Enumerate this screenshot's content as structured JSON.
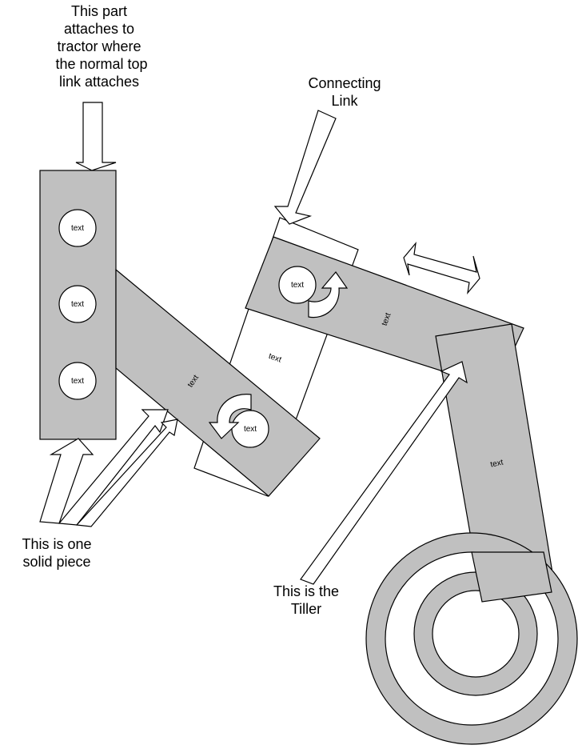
{
  "labels": {
    "top_note_lines": [
      "This part",
      "attaches to",
      "tractor where",
      "the normal top",
      "link attaches"
    ],
    "connecting_link_lines": [
      "Connecting",
      "Link"
    ],
    "solid_piece_lines": [
      "This is one",
      "solid piece"
    ],
    "tiller_lines": [
      "This is the",
      "Tiller"
    ]
  },
  "placeholders": {
    "hole_text": "text",
    "bar_text": "text"
  },
  "colors": {
    "part_fill": "#c0c0c0",
    "outline": "#000000",
    "background": "#ffffff"
  }
}
